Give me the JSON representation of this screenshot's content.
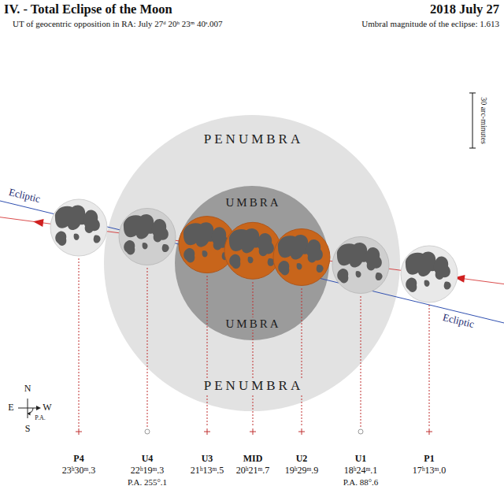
{
  "diagram": {
    "title": "IV. - Total Eclipse of the Moon",
    "nodes": [
      {
        "text": [
          "PENUMBRA",
          "PENUMBRA"
        ]
      },
      {
        "text": [
          "UMBRA",
          "UMBRA"
        ],
        "in": 0
      }
    ],
    "labels": [
      "2018 July 27",
      "UT of geocentric opposition in RA: July 27ᵈ 20ʰ 23ᵐ 40ˢ.007",
      "Umbral magnitude of the eclipse: 1.613",
      "30 arc-minutes",
      "Ecliptic",
      "Ecliptic",
      "N",
      "E",
      "W",
      "S",
      "P.A.",
      "P4",
      "23ʰ30ᵐ.3",
      "U4",
      "22ʰ19ᵐ.3",
      "P.A. 255°.1",
      "U3",
      "21ʰ13ᵐ.5",
      "MID",
      "20ʰ21ᵐ.7",
      "U2",
      "19ʰ29ᵐ.9",
      "U1",
      "18ʰ24ᵐ.1",
      "P.A. 88°.6",
      "P1",
      "17ʰ13ᵐ.0"
    ]
  }
}
